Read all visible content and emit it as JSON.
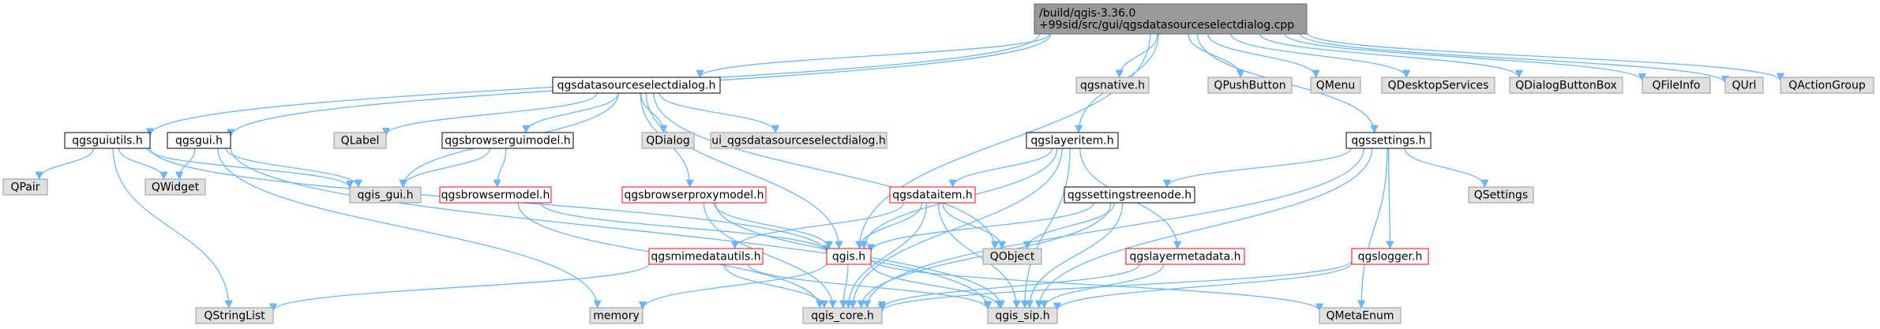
{
  "diagram": {
    "title": "/build/qgis-3.36.0+99sid/src/gui/qgsdatasourceselectdialog.cpp include dependency graph",
    "colors": {
      "root_fill": "#999999",
      "root_stroke": "#666666",
      "header_fill": "#ffffff",
      "header_stroke": "#000000",
      "header_incomplete_stroke": "#ff0000",
      "external_fill": "#e0e0e0",
      "external_stroke": "#999999",
      "edge": "#63b8ff",
      "text": "#000000"
    },
    "nodes": [
      {
        "id": "root",
        "lines": [
          "/build/qgis-3.36.0",
          "+99sid/src/gui/qgsdatasourceselectdialog.cpp"
        ],
        "kind": "root"
      },
      {
        "id": "qgsguiutils_h",
        "lines": [
          "qgsguiutils.h"
        ],
        "kind": "header"
      },
      {
        "id": "qgsgui_h",
        "lines": [
          "qgsgui.h"
        ],
        "kind": "header"
      },
      {
        "id": "qgsdatasourceselectdialog_h",
        "lines": [
          "qgsdatasourceselectdialog.h"
        ],
        "kind": "header"
      },
      {
        "id": "qgsnative_h",
        "lines": [
          "qgsnative.h"
        ],
        "kind": "external"
      },
      {
        "id": "qgslayeritem_h",
        "lines": [
          "qgslayeritem.h"
        ],
        "kind": "header"
      },
      {
        "id": "QPushButton",
        "lines": [
          "QPushButton"
        ],
        "kind": "external"
      },
      {
        "id": "QMenu",
        "lines": [
          "QMenu"
        ],
        "kind": "external"
      },
      {
        "id": "QDesktopServices",
        "lines": [
          "QDesktopServices"
        ],
        "kind": "external"
      },
      {
        "id": "QDialogButtonBox",
        "lines": [
          "QDialogButtonBox"
        ],
        "kind": "external"
      },
      {
        "id": "QFileInfo",
        "lines": [
          "QFileInfo"
        ],
        "kind": "external"
      },
      {
        "id": "QUrl",
        "lines": [
          "QUrl"
        ],
        "kind": "external"
      },
      {
        "id": "QActionGroup",
        "lines": [
          "QActionGroup"
        ],
        "kind": "external"
      },
      {
        "id": "qgssettings_h",
        "lines": [
          "qgssettings.h"
        ],
        "kind": "header"
      },
      {
        "id": "QPair",
        "lines": [
          "QPair"
        ],
        "kind": "external"
      },
      {
        "id": "QWidget",
        "lines": [
          "QWidget"
        ],
        "kind": "external"
      },
      {
        "id": "qgis_gui_h",
        "lines": [
          "qgis_gui.h"
        ],
        "kind": "external"
      },
      {
        "id": "QLabel",
        "lines": [
          "QLabel"
        ],
        "kind": "external"
      },
      {
        "id": "qgsbrowserguimodel_h",
        "lines": [
          "qgsbrowserguimodel.h"
        ],
        "kind": "header"
      },
      {
        "id": "QDialog",
        "lines": [
          "QDialog"
        ],
        "kind": "external"
      },
      {
        "id": "ui_qgsdatasourceselectdialog_h",
        "lines": [
          "ui_qgsdatasourceselectdialog.h"
        ],
        "kind": "external"
      },
      {
        "id": "qgsbrowsermodel_h",
        "lines": [
          "qgsbrowsermodel.h"
        ],
        "kind": "incomplete"
      },
      {
        "id": "qgsbrowserproxymodel_h",
        "lines": [
          "qgsbrowserproxymodel.h"
        ],
        "kind": "incomplete"
      },
      {
        "id": "qgsdataitem_h",
        "lines": [
          "qgsdataitem.h"
        ],
        "kind": "incomplete"
      },
      {
        "id": "qgssettingstreenode_h",
        "lines": [
          "qgssettingstreenode.h"
        ],
        "kind": "header"
      },
      {
        "id": "QSettings",
        "lines": [
          "QSettings"
        ],
        "kind": "external"
      },
      {
        "id": "qgsmimedatautils_h",
        "lines": [
          "qgsmimedatautils.h"
        ],
        "kind": "incomplete"
      },
      {
        "id": "qgis_h",
        "lines": [
          "qgis.h"
        ],
        "kind": "incomplete"
      },
      {
        "id": "QObject",
        "lines": [
          "QObject"
        ],
        "kind": "external"
      },
      {
        "id": "qgslayermetadata_h",
        "lines": [
          "qgslayermetadata.h"
        ],
        "kind": "incomplete"
      },
      {
        "id": "qgslogger_h",
        "lines": [
          "qgslogger.h"
        ],
        "kind": "incomplete"
      },
      {
        "id": "QStringList",
        "lines": [
          "QStringList"
        ],
        "kind": "external"
      },
      {
        "id": "memory",
        "lines": [
          "memory"
        ],
        "kind": "external"
      },
      {
        "id": "qgis_core_h",
        "lines": [
          "qgis_core.h"
        ],
        "kind": "external"
      },
      {
        "id": "qgis_sip_h",
        "lines": [
          "qgis_sip.h"
        ],
        "kind": "external"
      },
      {
        "id": "QMetaEnum",
        "lines": [
          "QMetaEnum"
        ],
        "kind": "external"
      }
    ],
    "edges": [
      [
        "root",
        "qgsguiutils_h"
      ],
      [
        "root",
        "qgsgui_h"
      ],
      [
        "root",
        "qgsdatasourceselectdialog_h"
      ],
      [
        "root",
        "qgsnative_h"
      ],
      [
        "root",
        "qgslayeritem_h"
      ],
      [
        "root",
        "QPushButton"
      ],
      [
        "root",
        "QMenu"
      ],
      [
        "root",
        "QDesktopServices"
      ],
      [
        "root",
        "QDialogButtonBox"
      ],
      [
        "root",
        "QFileInfo"
      ],
      [
        "root",
        "QUrl"
      ],
      [
        "root",
        "QActionGroup"
      ],
      [
        "root",
        "qgssettings_h"
      ],
      [
        "root",
        "qgis_h"
      ],
      [
        "qgsguiutils_h",
        "QPair"
      ],
      [
        "qgsguiutils_h",
        "QWidget"
      ],
      [
        "qgsguiutils_h",
        "qgis_gui_h"
      ],
      [
        "qgsguiutils_h",
        "QStringList"
      ],
      [
        "qgsguiutils_h",
        "qgis_h"
      ],
      [
        "qgsgui_h",
        "QWidget"
      ],
      [
        "qgsgui_h",
        "qgis_gui_h"
      ],
      [
        "qgsgui_h",
        "memory"
      ],
      [
        "qgsgui_h",
        "qgis_sip_h"
      ],
      [
        "qgsdatasourceselectdialog_h",
        "QLabel"
      ],
      [
        "qgsdatasourceselectdialog_h",
        "qgis_gui_h"
      ],
      [
        "qgsdatasourceselectdialog_h",
        "qgsbrowserguimodel_h"
      ],
      [
        "qgsdatasourceselectdialog_h",
        "QDialog"
      ],
      [
        "qgsdatasourceselectdialog_h",
        "ui_qgsdatasourceselectdialog_h"
      ],
      [
        "qgsdatasourceselectdialog_h",
        "qgsbrowserproxymodel_h"
      ],
      [
        "qgsdatasourceselectdialog_h",
        "QObject"
      ],
      [
        "qgsdatasourceselectdialog_h",
        "qgis_h"
      ],
      [
        "qgsbrowserguimodel_h",
        "qgis_gui_h"
      ],
      [
        "qgsbrowserguimodel_h",
        "qgsbrowsermodel_h"
      ],
      [
        "qgsbrowsermodel_h",
        "qgis_h"
      ],
      [
        "qgsbrowsermodel_h",
        "qgis_core_h"
      ],
      [
        "qgsbrowserproxymodel_h",
        "qgis_h"
      ],
      [
        "qgsbrowserproxymodel_h",
        "qgis_core_h"
      ],
      [
        "qgsbrowserproxymodel_h",
        "qgis_sip_h"
      ],
      [
        "qgslayeritem_h",
        "qgsdataitem_h"
      ],
      [
        "qgslayeritem_h",
        "qgis_h"
      ],
      [
        "qgslayeritem_h",
        "qgslayermetadata_h"
      ],
      [
        "qgslayeritem_h",
        "qgis_core_h"
      ],
      [
        "qgslayeritem_h",
        "qgis_sip_h"
      ],
      [
        "qgsdataitem_h",
        "QObject"
      ],
      [
        "qgsdataitem_h",
        "qgis_h"
      ],
      [
        "qgsdataitem_h",
        "qgsmimedatautils_h"
      ],
      [
        "qgsdataitem_h",
        "qgis_core_h"
      ],
      [
        "qgsdataitem_h",
        "qgis_sip_h"
      ],
      [
        "qgssettings_h",
        "qgssettingstreenode_h"
      ],
      [
        "qgssettings_h",
        "QSettings"
      ],
      [
        "qgssettings_h",
        "qgslogger_h"
      ],
      [
        "qgssettings_h",
        "QMetaEnum"
      ],
      [
        "qgssettings_h",
        "qgis_core_h"
      ],
      [
        "qgssettings_h",
        "qgis_sip_h"
      ],
      [
        "qgssettingstreenode_h",
        "QObject"
      ],
      [
        "qgssettingstreenode_h",
        "qgis_h"
      ],
      [
        "qgssettingstreenode_h",
        "qgis_core_h"
      ],
      [
        "qgssettingstreenode_h",
        "qgis_sip_h"
      ],
      [
        "qgsmimedatautils_h",
        "QStringList"
      ],
      [
        "qgsmimedatautils_h",
        "qgis_core_h"
      ],
      [
        "qgsmimedatautils_h",
        "qgis_sip_h"
      ],
      [
        "qgis_h",
        "memory"
      ],
      [
        "qgis_h",
        "qgis_core_h"
      ],
      [
        "qgis_h",
        "qgis_sip_h"
      ],
      [
        "qgis_h",
        "QMetaEnum"
      ],
      [
        "qgslayermetadata_h",
        "qgis_core_h"
      ],
      [
        "qgslayermetadata_h",
        "qgis_sip_h"
      ],
      [
        "qgslogger_h",
        "qgis_core_h"
      ],
      [
        "qgslogger_h",
        "qgis_sip_h"
      ]
    ]
  }
}
